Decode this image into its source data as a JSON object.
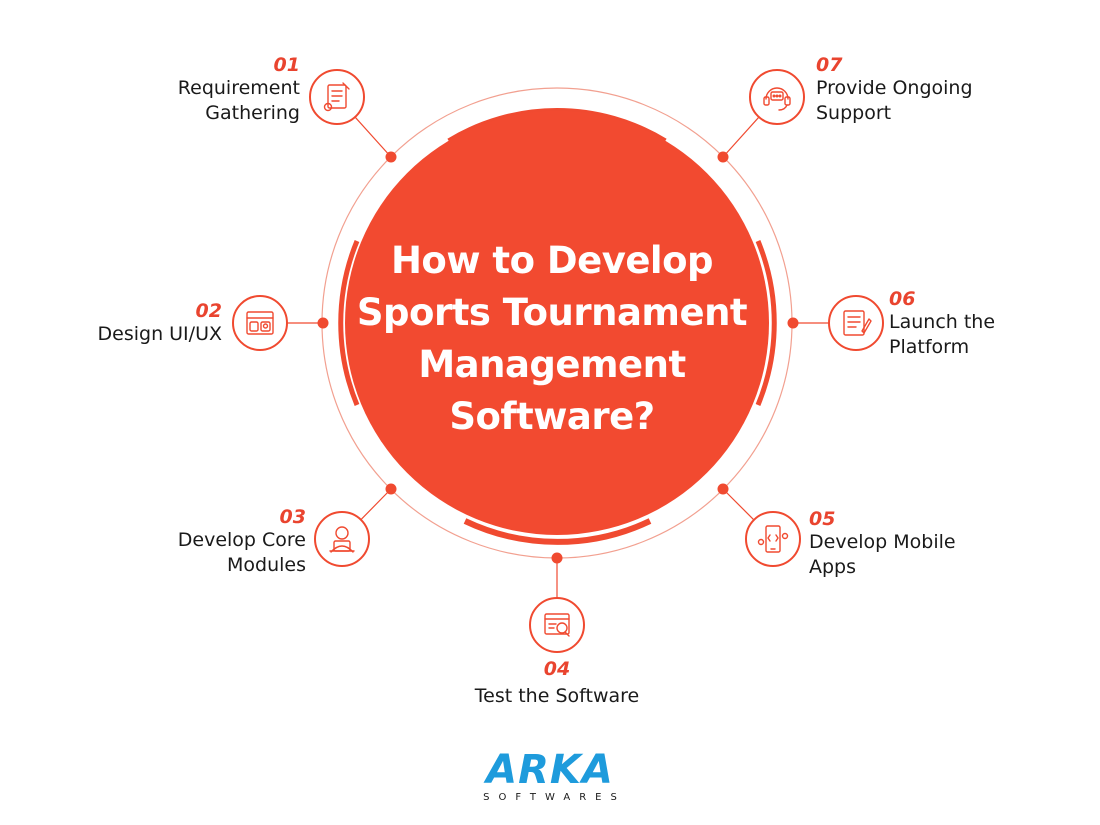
{
  "title_lines": [
    "How to Develop",
    "Sports Tournament",
    "Management",
    "Software?"
  ],
  "steps": [
    {
      "num": "01",
      "lines": [
        "Requirement",
        "Gathering"
      ],
      "icon": "checklist-icon"
    },
    {
      "num": "02",
      "lines": [
        "Design UI/UX"
      ],
      "icon": "ui-ux-icon"
    },
    {
      "num": "03",
      "lines": [
        "Develop Core",
        "Modules"
      ],
      "icon": "developer-icon"
    },
    {
      "num": "04",
      "lines": [
        "Test the Software"
      ],
      "icon": "test-report-icon"
    },
    {
      "num": "05",
      "lines": [
        "Develop Mobile",
        "Apps"
      ],
      "icon": "mobile-code-icon"
    },
    {
      "num": "06",
      "lines": [
        "Launch the",
        "Platform"
      ],
      "icon": "launch-document-icon"
    },
    {
      "num": "07",
      "lines": [
        "Provide Ongoing",
        "Support"
      ],
      "icon": "headset-icon"
    }
  ],
  "logo": {
    "main": "ARKA",
    "sub": "SOFTWARES"
  },
  "colors": {
    "accent": "#f04a30",
    "circle": "#f24a30",
    "text": "#1a1a1a",
    "logo": "#1e9bdc"
  }
}
